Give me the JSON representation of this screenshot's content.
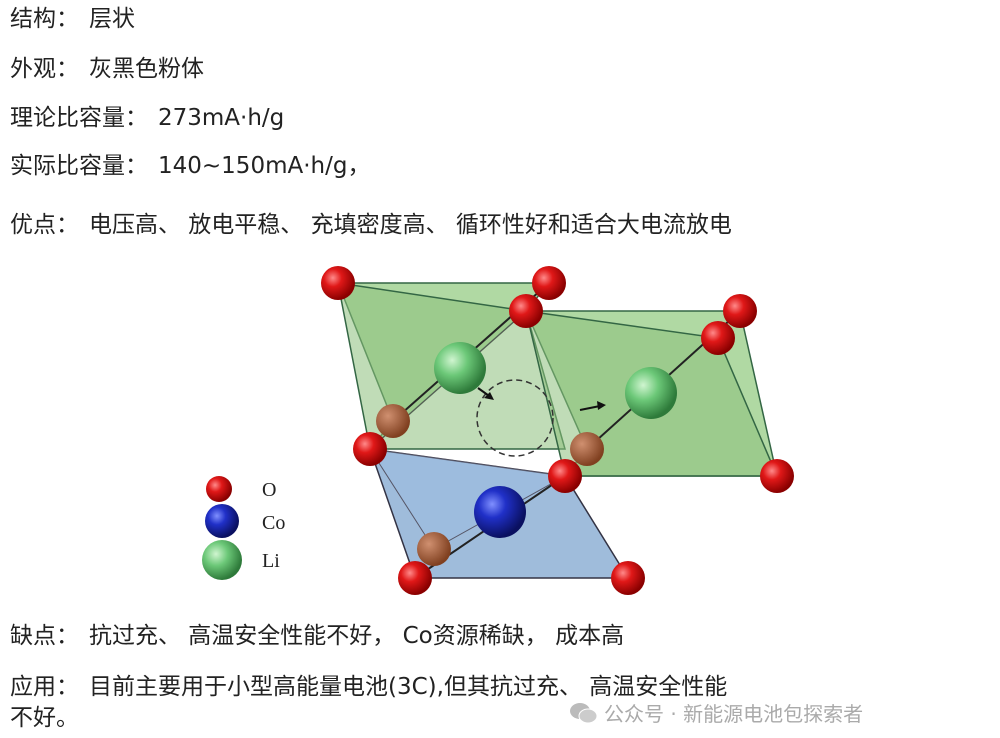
{
  "rows": [
    {
      "label": "结构：",
      "value": "层状"
    },
    {
      "label": "外观：",
      "value": "灰黑色粉体"
    },
    {
      "label": "理论比容量：",
      "value": "273mA·h/g"
    },
    {
      "label": "实际比容量：",
      "value": "140~150mA·h/g，"
    },
    {
      "label": "优点：",
      "value": "电压高、 放电平稳、 充填密度高、 循环性好和适合大电流放电"
    },
    {
      "label": "缺点：",
      "value": "抗过充、 高温安全性能不好， Co资源稀缺， 成本高"
    },
    {
      "label": "应用：",
      "value": "目前主要用于小型高能量电池(3C),但其抗过充、 高温安全性能"
    },
    {
      "label": "",
      "value": "不好。"
    }
  ],
  "legend": [
    {
      "label": "O",
      "color": "#d81818"
    },
    {
      "label": "Co",
      "color": "#2030c0"
    },
    {
      "label": "Li",
      "color": "#5cbf6a"
    }
  ],
  "watermark": "公众号 · 新能源电池包探索者"
}
